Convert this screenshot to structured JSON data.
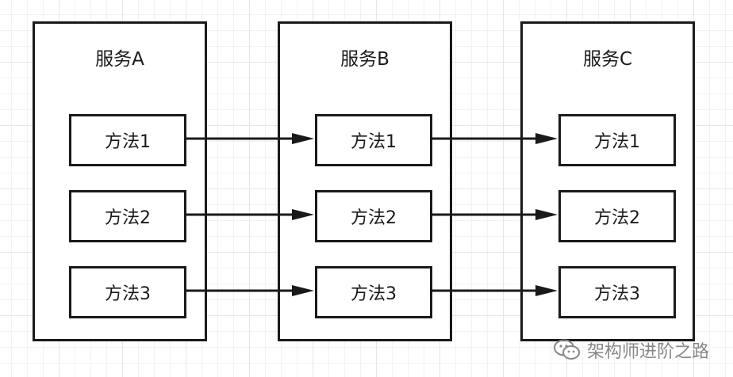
{
  "colors": {
    "stroke": "#1a1a1a",
    "grid": "#e6e6e6",
    "watermark": "#888888"
  },
  "services": [
    {
      "title": "服务A",
      "methods": [
        "方法1",
        "方法2",
        "方法3"
      ]
    },
    {
      "title": "服务B",
      "methods": [
        "方法1",
        "方法2",
        "方法3"
      ]
    },
    {
      "title": "服务C",
      "methods": [
        "方法1",
        "方法2",
        "方法3"
      ]
    }
  ],
  "watermark": {
    "icon": "wechat-icon",
    "text": "架构师进阶之路"
  }
}
